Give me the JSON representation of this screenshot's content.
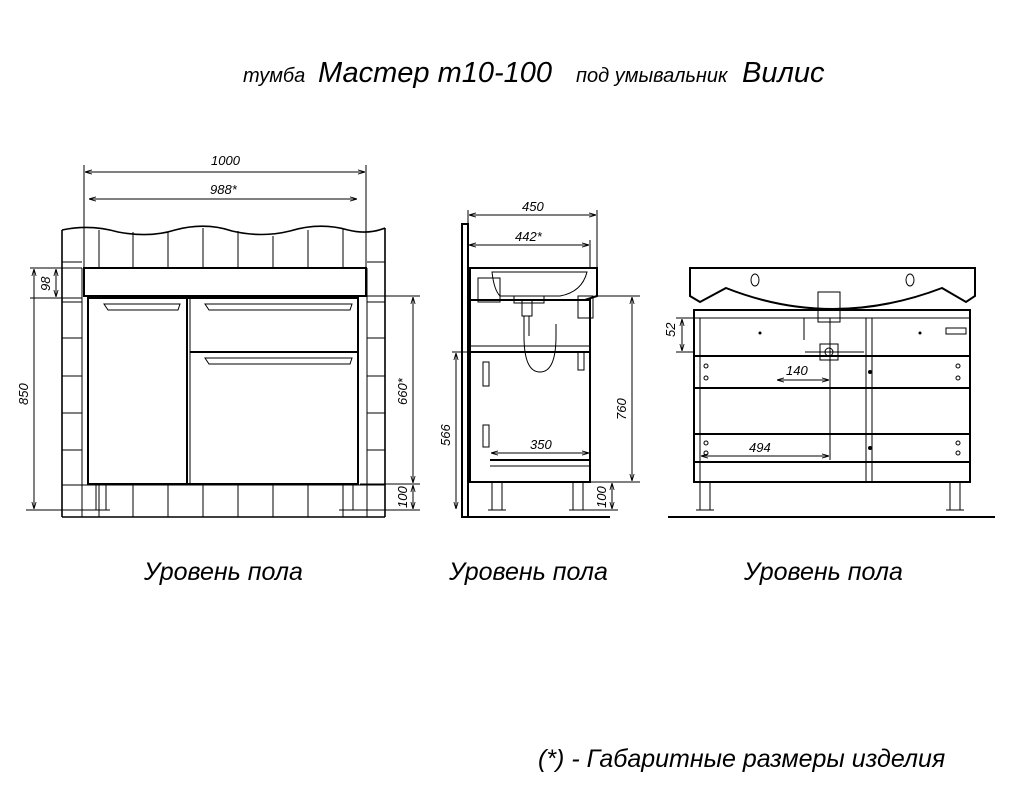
{
  "title": {
    "prefix": "тумба",
    "model": "Мастер т10-100",
    "middle": "под умывальник",
    "sink": "Вилис"
  },
  "front_view": {
    "dims": {
      "overall_width": "1000",
      "body_width": "988*",
      "top_height": "98",
      "total_height": "850",
      "body_height": "660*",
      "leg_height": "100"
    },
    "floor_label": "Уровень пола"
  },
  "side_view": {
    "dims": {
      "overall_depth": "450",
      "body_depth": "442*",
      "height_566": "566",
      "height_760": "760",
      "depth_350": "350",
      "leg_height": "100"
    },
    "floor_label": "Уровень пола"
  },
  "back_view": {
    "dims": {
      "offset_52": "52",
      "width_140": "140",
      "width_494": "494"
    },
    "floor_label": "Уровень пола"
  },
  "footnote": "(*) - Габаритные размеры изделия"
}
